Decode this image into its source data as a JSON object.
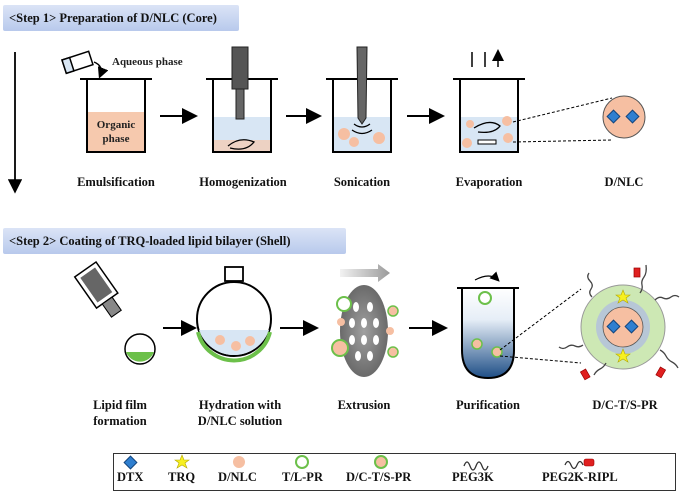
{
  "step1": {
    "title": "<Step 1> Preparation of D/NLC (Core)",
    "aqueous_label": "Aqueous phase",
    "organic_label": "Organic phase",
    "stages": [
      "Emulsification",
      "Homogenization",
      "Sonication",
      "Evaporation",
      "D/NLC"
    ]
  },
  "step2": {
    "title": "<Step 2> Coating of TRQ-loaded lipid bilayer (Shell)",
    "stages": [
      "Lipid film formation",
      "Hydration with D/NLC solution",
      "Extrusion",
      "Purification",
      "D/C-T/S-PR"
    ]
  },
  "legend": {
    "items": [
      {
        "icon": "dtx-diamond-icon",
        "label": "DTX",
        "color": "#2f7fd0"
      },
      {
        "icon": "trq-star-icon",
        "label": "TRQ",
        "color": "#f7f020"
      },
      {
        "icon": "dnlc-dot-icon",
        "label": "D/NLC",
        "color": "#f6bfa2"
      },
      {
        "icon": "tlpr-ring-icon",
        "label": "T/L-PR",
        "color": "#6cc04a"
      },
      {
        "icon": "dcts-pr-icon",
        "label": "D/C-T/S-PR",
        "color": "#6cc04a"
      },
      {
        "icon": "peg3k-squiggle-icon",
        "label": "PEG3K",
        "color": "#333333"
      },
      {
        "icon": "peg2k-ripl-icon",
        "label": "PEG2K-RIPL",
        "color": "#e02020"
      }
    ]
  },
  "colors": {
    "banner": "#c5d3f0",
    "organic_phase": "#f6c9ae",
    "water": "#d8e6f4",
    "lipid_green": "#6cc04a",
    "shell_green": "#cde8b4",
    "purification_blue": "#1e4e86"
  }
}
